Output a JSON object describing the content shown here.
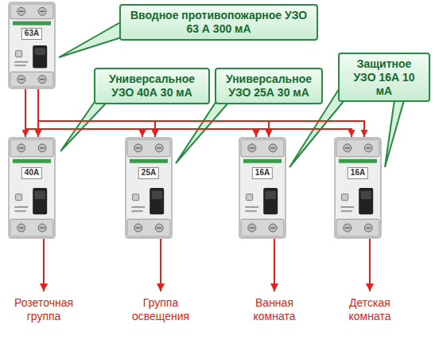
{
  "diagram": {
    "nodes": [
      {
        "text": [
          "63A"
        ]
      },
      {
        "text": [
          "Вводное противопожарное УЗО 63 А 300 мА"
        ]
      },
      {
        "text": [
          "Универсальное УЗО 40А 30 мА"
        ]
      },
      {
        "text": [
          "Универсальное УЗО 25А 30 мА"
        ]
      },
      {
        "text": [
          "Защитное УЗО 16А 10 мА"
        ]
      },
      {
        "text": [
          "40A"
        ]
      },
      {
        "text": [
          "25A"
        ]
      },
      {
        "text": [
          "16A"
        ]
      },
      {
        "text": [
          "16A"
        ]
      }
    ],
    "edges": [
      {
        "from": 0,
        "to": 5,
        "arrow": "to"
      },
      {
        "from": 0,
        "to": 6,
        "arrow": "to"
      },
      {
        "from": 0,
        "to": 7,
        "arrow": "to"
      },
      {
        "from": 0,
        "to": 8,
        "arrow": "to"
      }
    ],
    "labels": [
      "Розеточная группа",
      "Группа освещения",
      "Ванная комната",
      "Детская комната"
    ]
  }
}
